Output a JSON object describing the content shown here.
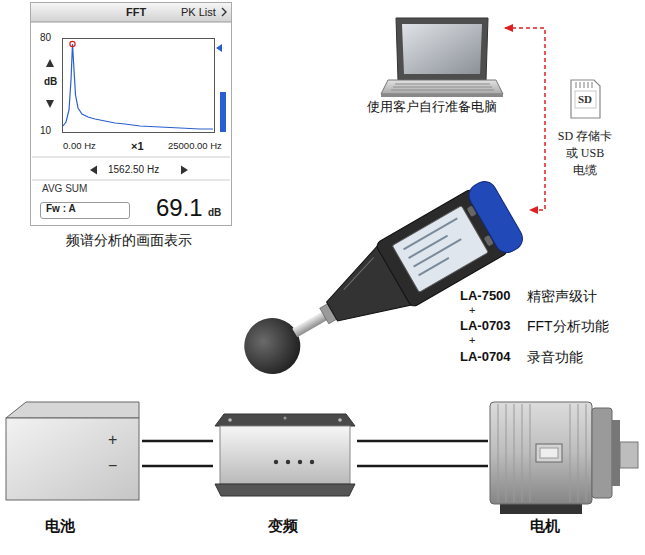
{
  "diagram": {
    "nodes": [
      {
        "text": [
          "FFT",
          "PK List",
          "80",
          "dB",
          "10",
          "0.00 Hz",
          "×1",
          "25000.00 Hz",
          "1562.50 Hz",
          "AVG SUM",
          "69.1",
          "dB",
          "频谱分析的画面表示"
        ]
      },
      {
        "text": [
          "Fw : A"
        ],
        "in": 0
      },
      {
        "text": [
          "使用客户自行准备电脑"
        ]
      },
      {
        "text": [
          "LA-7500",
          "精密声级计",
          "+",
          "LA-0703",
          "FFT分析功能",
          "+",
          "LA-0704",
          "录音功能"
        ]
      },
      {
        "text": [
          "+",
          "−",
          "电池"
        ]
      },
      {
        "text": [
          "变频"
        ]
      },
      {
        "text": [
          "电机"
        ]
      }
    ],
    "edges": [
      {
        "from": 2,
        "to": 3,
        "arrow": "both",
        "label": "SD 存储卡 或 USB 电缆"
      },
      {
        "from": 4,
        "to": 5,
        "arrow": "none"
      },
      {
        "from": 4,
        "to": 5,
        "arrow": "none"
      },
      {
        "from": 5,
        "to": 6,
        "arrow": "none"
      },
      {
        "from": 5,
        "to": 6,
        "arrow": "none"
      }
    ],
    "labels": [
      "SD"
    ]
  }
}
